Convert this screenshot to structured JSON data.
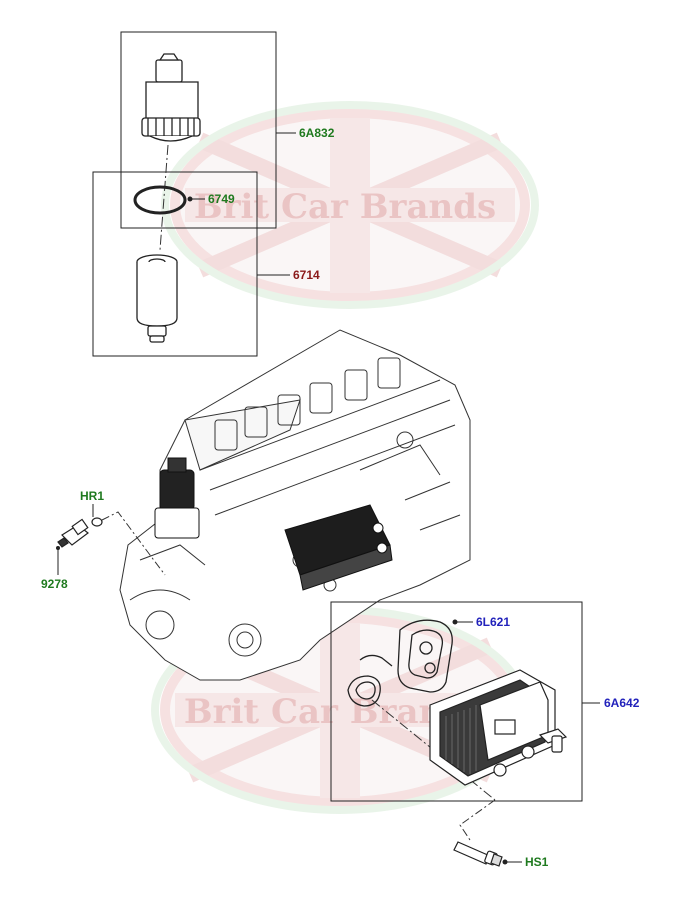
{
  "watermark": {
    "text": "Brit Car Brands",
    "flag_red": "#e8a3a3",
    "flag_green": "#b9dcb9"
  },
  "colors": {
    "part_green": "#1f7a1f",
    "part_maroon": "#8b1a1a",
    "part_blue": "#2222bb",
    "line": "#222222"
  },
  "callouts": {
    "oil_filter_housing": "6A832",
    "o_ring": "6749",
    "oil_filter_element": "6714",
    "clip_hr1": "HR1",
    "sensor_9278": "9278",
    "oil_cooler_gasket": "6L621",
    "oil_cooler": "6A642",
    "bolt_hs1": "HS1"
  }
}
